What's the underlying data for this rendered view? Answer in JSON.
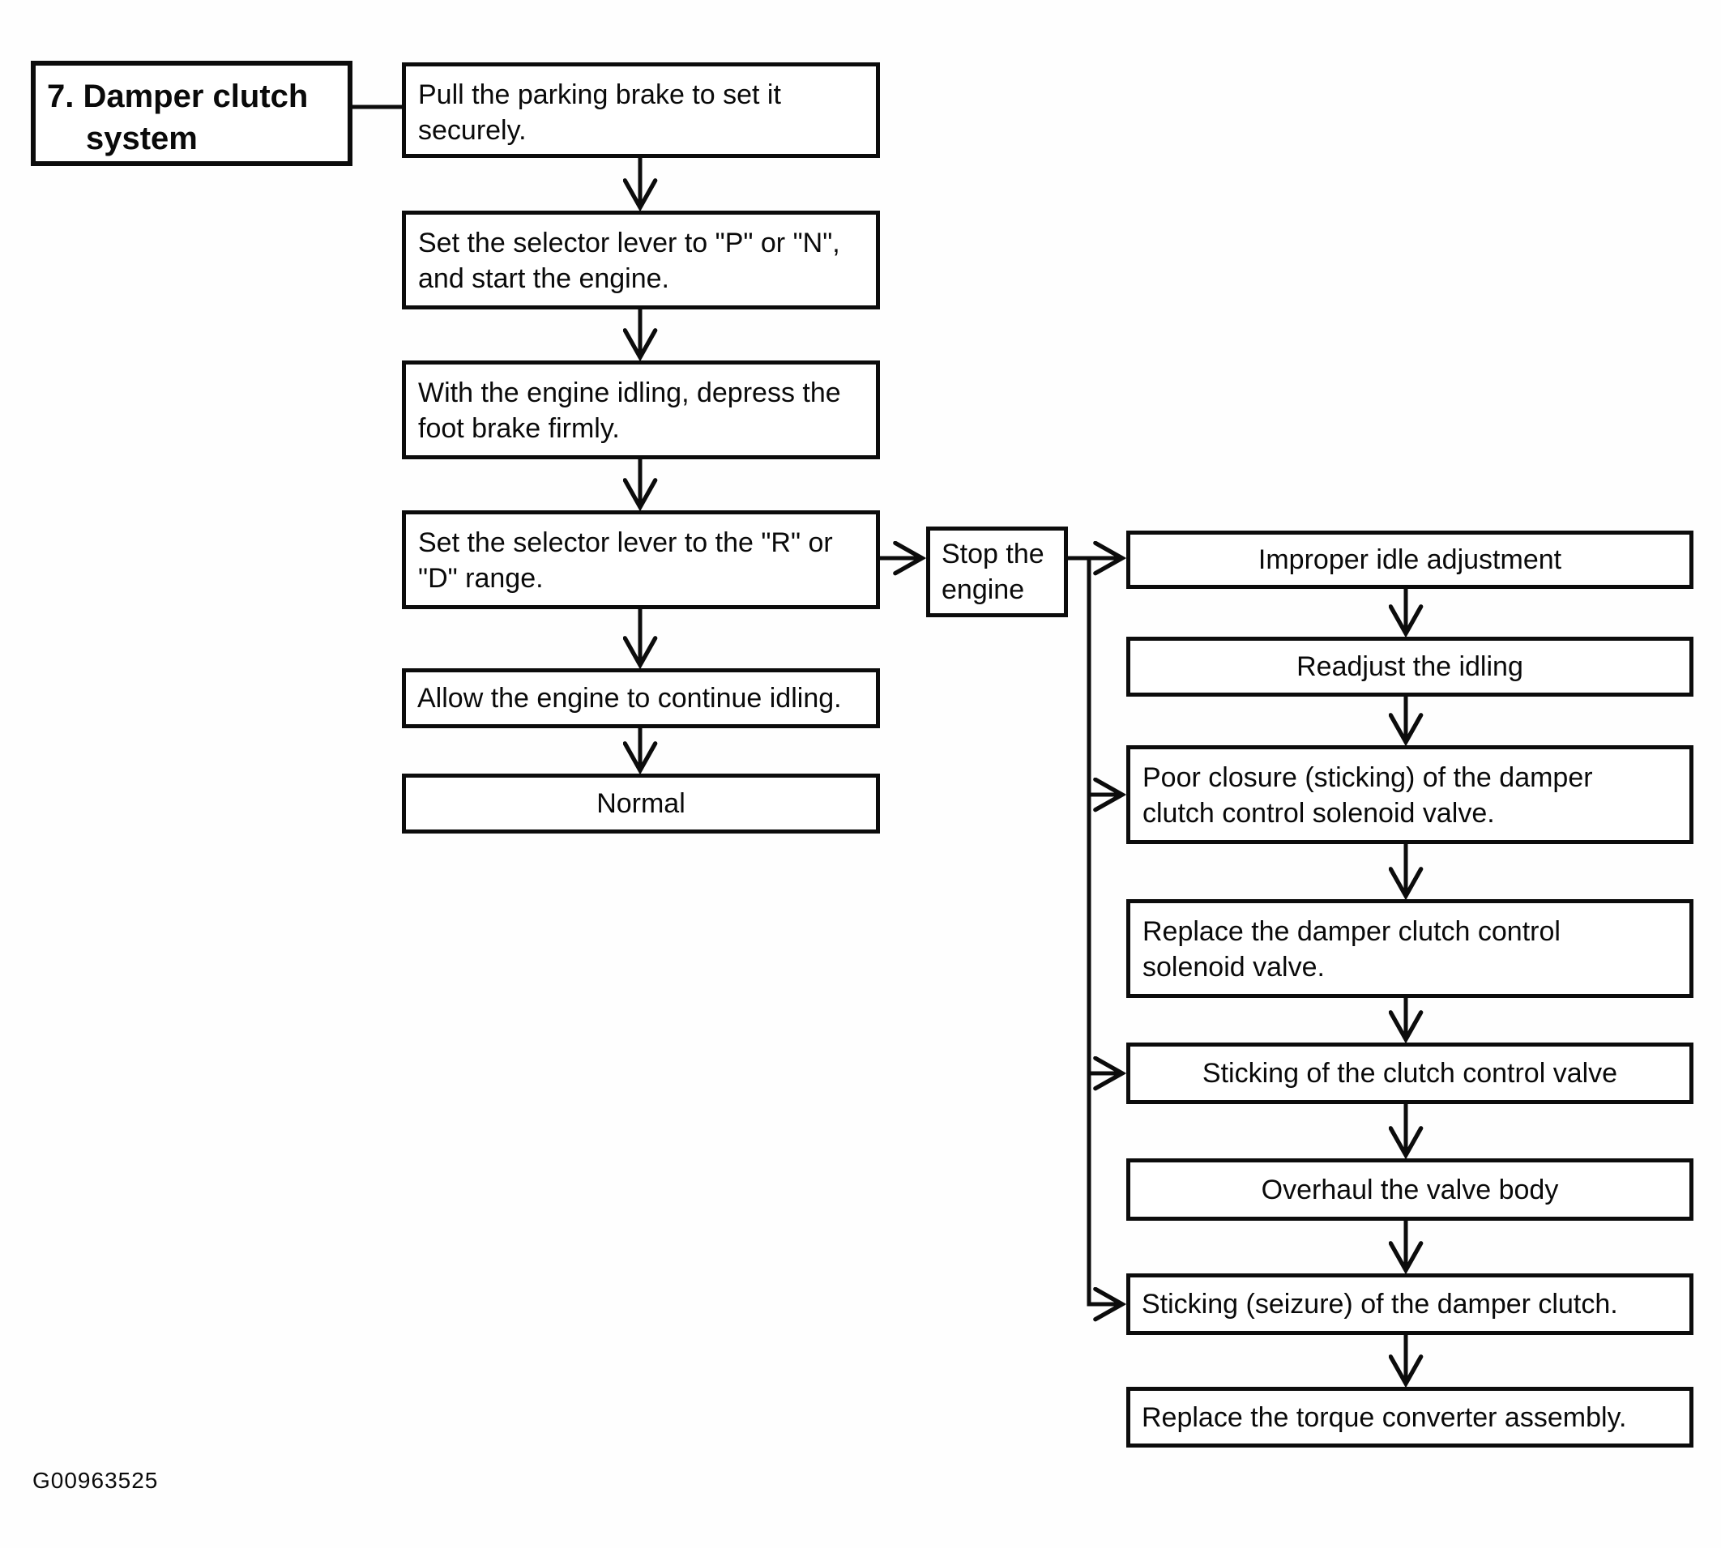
{
  "diagram": {
    "title": {
      "line1": "7. Damper clutch",
      "line2": "system"
    },
    "left": [
      {
        "lines": [
          "Pull the parking brake to set it",
          "securely."
        ]
      },
      {
        "lines": [
          "Set the selector lever to \"P\" or \"N\",",
          "and start the engine."
        ]
      },
      {
        "lines": [
          "With the engine idling, depress the",
          "foot brake firmly."
        ]
      },
      {
        "lines": [
          "Set the selector lever to the \"R\" or",
          "\"D\" range."
        ]
      },
      {
        "lines": [
          "Allow the engine to continue idling."
        ]
      },
      {
        "lines": [
          "Normal"
        ]
      }
    ],
    "stop": {
      "lines": [
        "Stop the",
        "engine"
      ]
    },
    "right": [
      {
        "lines": [
          "Improper idle adjustment"
        ]
      },
      {
        "lines": [
          "Readjust the idling"
        ]
      },
      {
        "lines": [
          "Poor closure (sticking) of the damper",
          "clutch control solenoid valve."
        ]
      },
      {
        "lines": [
          "Replace the damper clutch control",
          "solenoid valve."
        ]
      },
      {
        "lines": [
          "Sticking of the clutch control valve"
        ]
      },
      {
        "lines": [
          "Overhaul the valve body"
        ]
      },
      {
        "lines": [
          "Sticking (seizure) of the damper clutch."
        ]
      },
      {
        "lines": [
          "Replace the torque converter assembly."
        ]
      }
    ],
    "figure_code": "G00963525",
    "line_color": "#0c0c0c"
  }
}
